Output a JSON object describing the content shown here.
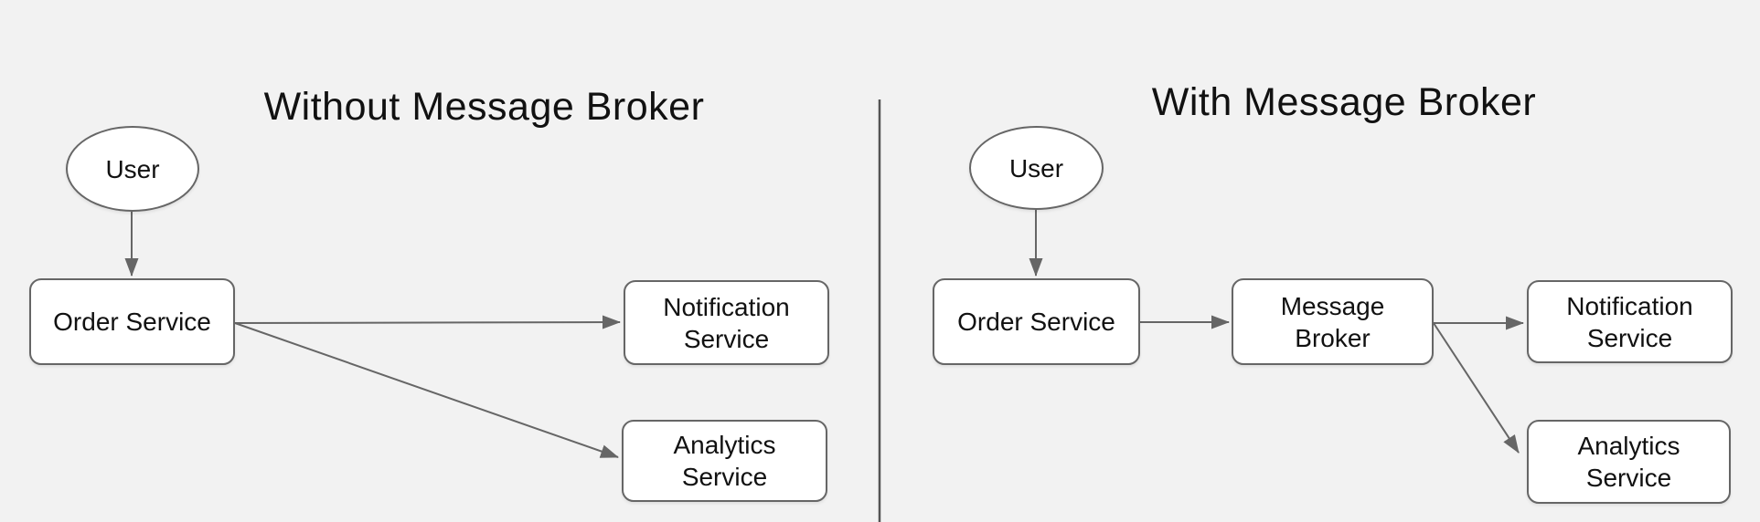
{
  "colors": {
    "background": "#f2f2f2",
    "node_fill": "#ffffff",
    "stroke": "#666666",
    "divider": "#555555",
    "text": "#111111"
  },
  "left_panel": {
    "title": "Without Message Broker",
    "nodes": {
      "user": {
        "lines": [
          "User"
        ]
      },
      "order": {
        "lines": [
          "Order Service"
        ]
      },
      "notification": {
        "lines": [
          "Notification",
          "Service"
        ]
      },
      "analytics": {
        "lines": [
          "Analytics",
          "Service"
        ]
      }
    }
  },
  "right_panel": {
    "title": "With Message Broker",
    "nodes": {
      "user": {
        "lines": [
          "User"
        ]
      },
      "order": {
        "lines": [
          "Order Service"
        ]
      },
      "broker": {
        "lines": [
          "Message",
          "Broker"
        ]
      },
      "notification": {
        "lines": [
          "Notification",
          "Service"
        ]
      },
      "analytics": {
        "lines": [
          "Analytics",
          "Service"
        ]
      }
    }
  }
}
